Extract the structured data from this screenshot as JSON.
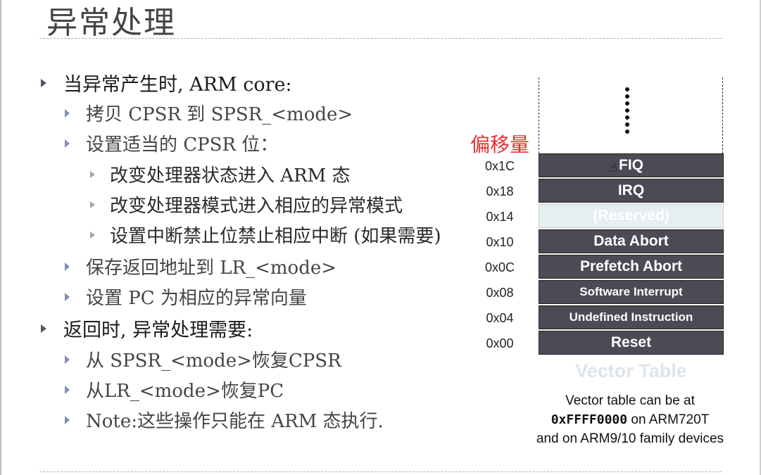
{
  "slide": {
    "title": "异常处理"
  },
  "bullets": [
    {
      "level": 1,
      "text": "当异常产生时, ARM core:"
    },
    {
      "level": 2,
      "text": "拷贝 CPSR 到 SPSR_<mode>"
    },
    {
      "level": 2,
      "text": "设置适当的 CPSR 位："
    },
    {
      "level": 3,
      "text": "改变处理器状态进入 ARM 态"
    },
    {
      "level": 3,
      "text": "改变处理器模式进入相应的异常模式"
    },
    {
      "level": 3,
      "text": "设置中断禁止位禁止相应中断 (如果需要)"
    },
    {
      "level": 2,
      "text": "保存返回地址到 LR_<mode>"
    },
    {
      "level": 2,
      "text": "设置 PC 为相应的异常向量"
    },
    {
      "level": 1,
      "text": "返回时, 异常处理需要:"
    },
    {
      "level": 2,
      "text": "从 SPSR_<mode>恢复CPSR"
    },
    {
      "level": 2,
      "text": "从LR_<mode>恢复PC"
    },
    {
      "level": 2,
      "text": "Note:这些操作只能在 ARM 态执行."
    }
  ],
  "diagram": {
    "offset_label": "偏移量",
    "entries": [
      {
        "offset": "0x1C",
        "name": "FIQ"
      },
      {
        "offset": "0x18",
        "name": "IRQ"
      },
      {
        "offset": "0x14",
        "name": "(Reserved)"
      },
      {
        "offset": "0x10",
        "name": "Data Abort"
      },
      {
        "offset": "0x0C",
        "name": "Prefetch Abort"
      },
      {
        "offset": "0x08",
        "name": "Software Interrupt"
      },
      {
        "offset": "0x04",
        "name": "Undefined Instruction"
      },
      {
        "offset": "0x00",
        "name": "Reset"
      }
    ],
    "caption": "Vector Table",
    "note_line1": "Vector table can be at",
    "note_address": "0xFFFF0000",
    "note_line2_suffix": " on ARM720T",
    "note_line3": "and on ARM9/10 family devices"
  },
  "colors": {
    "offset_label": "#e53030",
    "table_row": "#4a4b55",
    "reserved_row": "#e6eef2",
    "rule": "#9db3cf"
  },
  "icons": {
    "cursor": "hand-pointer-icon"
  }
}
